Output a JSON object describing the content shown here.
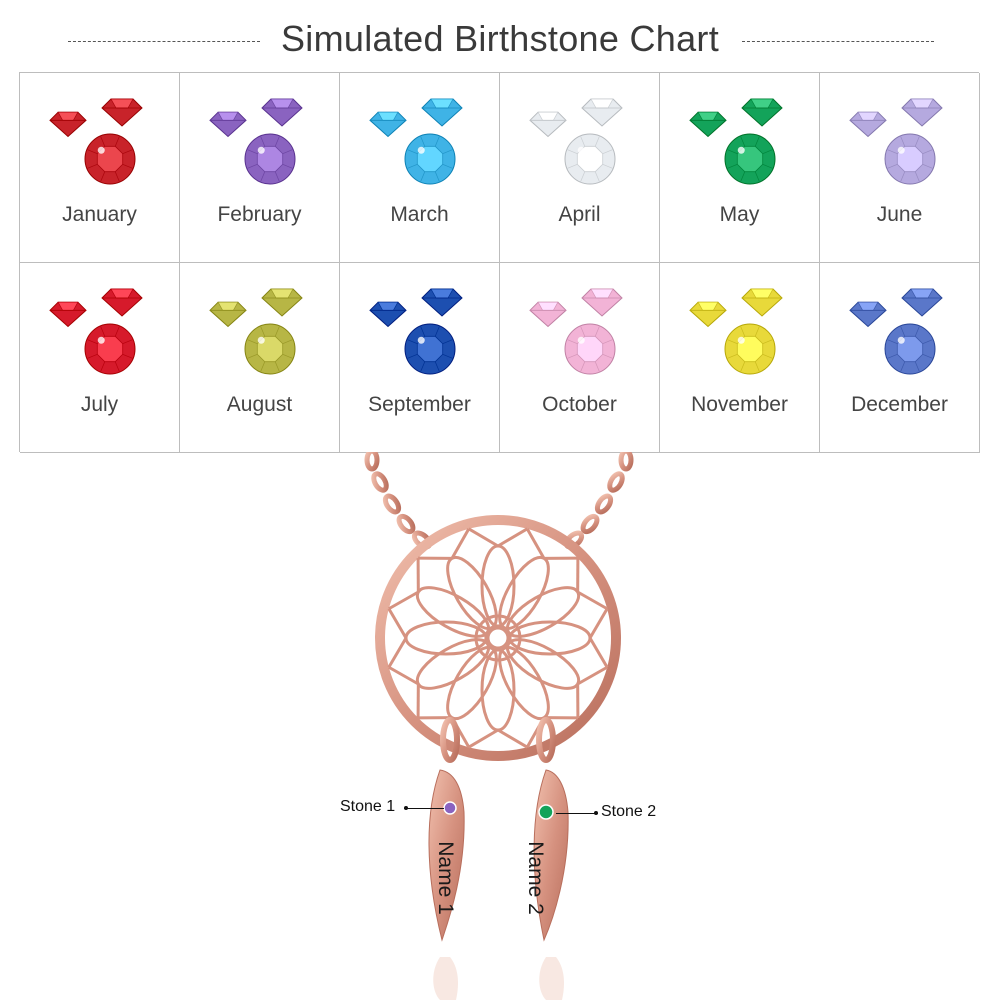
{
  "title": "Simulated Birthstone Chart",
  "months": [
    {
      "label": "January",
      "color": "#c8232a",
      "icon": "red-gem-icon"
    },
    {
      "label": "February",
      "color": "#8a63c0",
      "icon": "purple-gem-icon"
    },
    {
      "label": "March",
      "color": "#3fb3e6",
      "icon": "aqua-gem-icon"
    },
    {
      "label": "April",
      "color": "#e8ecf0",
      "icon": "clear-gem-icon"
    },
    {
      "label": "May",
      "color": "#13a35a",
      "icon": "green-gem-icon"
    },
    {
      "label": "June",
      "color": "#b5a9df",
      "icon": "lavender-gem-icon"
    },
    {
      "label": "July",
      "color": "#d61a2b",
      "icon": "ruby-gem-icon"
    },
    {
      "label": "August",
      "color": "#b7b645",
      "icon": "olive-gem-icon"
    },
    {
      "label": "September",
      "color": "#1d4fb0",
      "icon": "sapphire-gem-icon"
    },
    {
      "label": "October",
      "color": "#f2b3d6",
      "icon": "pink-gem-icon"
    },
    {
      "label": "November",
      "color": "#e8d93a",
      "icon": "yellow-gem-icon"
    },
    {
      "label": "December",
      "color": "#5a77c9",
      "icon": "blue-gem-icon"
    }
  ],
  "product": {
    "stone1_label": "Stone 1",
    "stone2_label": "Stone 2",
    "name1": "Name 1",
    "name2": "Name 2",
    "metal_color": "#d99a86",
    "stone1_color": "#8a63c0",
    "stone2_color": "#13a35a"
  }
}
